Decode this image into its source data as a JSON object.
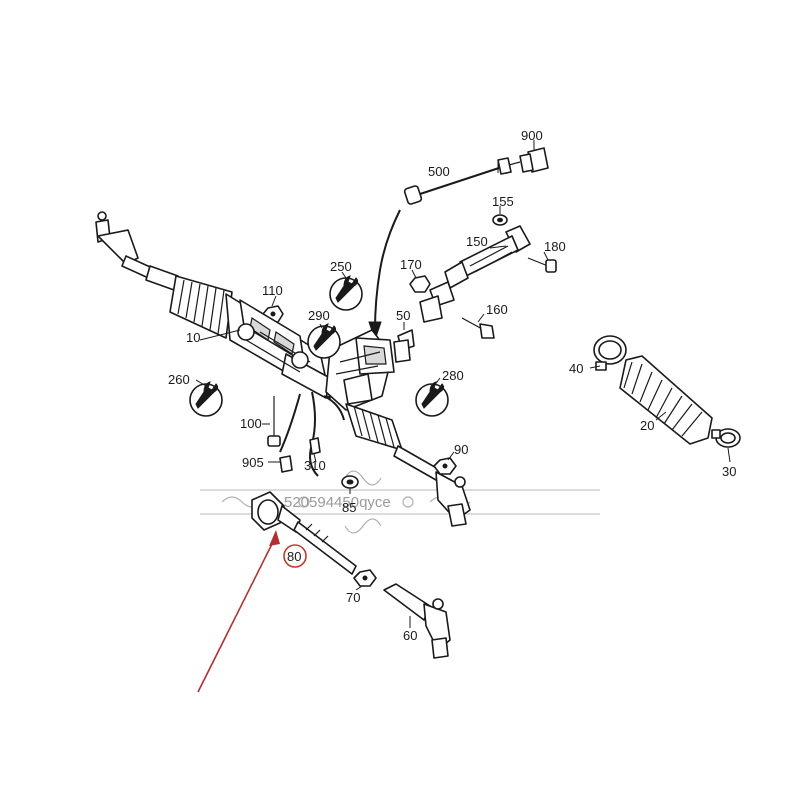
{
  "labels": {
    "l900": "900",
    "l500": "500",
    "l155": "155",
    "l150": "150",
    "l180": "180",
    "l250": "250",
    "l170": "170",
    "l110": "110",
    "l290": "290",
    "l50": "50",
    "l160": "160",
    "l10": "10",
    "l260": "260",
    "l280": "280",
    "l100": "100",
    "l905": "905",
    "l310": "310",
    "l90": "90",
    "l85": "85",
    "l80": "80",
    "l70": "70",
    "l60": "60",
    "l40": "40",
    "l20": "20",
    "l30": "30"
  },
  "watermark": "520594450qyce",
  "colors": {
    "line": "#1a1a1a",
    "highlight_circle": "#c0392b",
    "arrow": "#b03030",
    "watermark": "#9a9a9a"
  },
  "highlighted_part": "80"
}
